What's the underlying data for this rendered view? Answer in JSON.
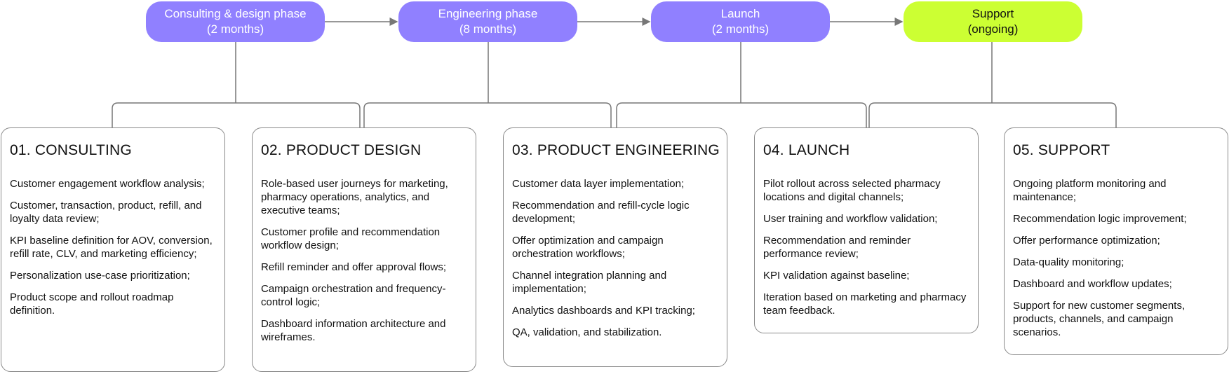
{
  "colors": {
    "phase_default": "#9080ff",
    "phase_support": "#ccff33",
    "support_text": "#111111",
    "connector": "#777777"
  },
  "phases": [
    {
      "title": "Consulting & design phase",
      "duration": "(2 months)"
    },
    {
      "title": "Engineering phase",
      "duration": "(8 months)"
    },
    {
      "title": "Launch",
      "duration": "(2 months)"
    },
    {
      "title": "Support",
      "duration": "(ongoing)"
    }
  ],
  "cards": [
    {
      "title": "01. CONSULTING",
      "items": [
        "Customer engagement workflow analysis;",
        "Customer, transaction, product, refill, and loyalty data review;",
        "KPI baseline definition for AOV, conversion, refill rate, CLV, and marketing efficiency;",
        "Personalization use-case prioritization;",
        "Product scope and rollout roadmap definition."
      ]
    },
    {
      "title": "02. PRODUCT DESIGN",
      "items": [
        "Role-based user journeys for marketing, pharmacy operations, analytics, and executive teams;",
        "Customer profile and recommendation workflow design;",
        "Refill reminder and offer approval flows;",
        "Campaign orchestration and frequency-control logic;",
        "Dashboard information architecture and wireframes."
      ]
    },
    {
      "title": "03. PRODUCT ENGINEERING",
      "items": [
        "Customer data layer implementation;",
        "Recommendation and refill-cycle logic development;",
        "Offer optimization and campaign orchestration workflows;",
        "Channel integration planning and implementation;",
        "Analytics dashboards and KPI tracking;",
        "QA, validation, and stabilization."
      ]
    },
    {
      "title": "04. LAUNCH",
      "items": [
        "Pilot rollout across selected pharmacy locations and digital channels;",
        "User training and workflow validation;",
        "Recommendation and reminder performance review;",
        "KPI validation against baseline;",
        "Iteration based on marketing and pharmacy team feedback."
      ]
    },
    {
      "title": "05. SUPPORT",
      "items": [
        "Ongoing platform monitoring and maintenance;",
        "Recommendation logic improvement;",
        "Offer performance optimization;",
        "Data-quality monitoring;",
        "Dashboard and workflow updates;",
        "Support for new customer segments, products, channels, and campaign scenarios."
      ]
    }
  ]
}
